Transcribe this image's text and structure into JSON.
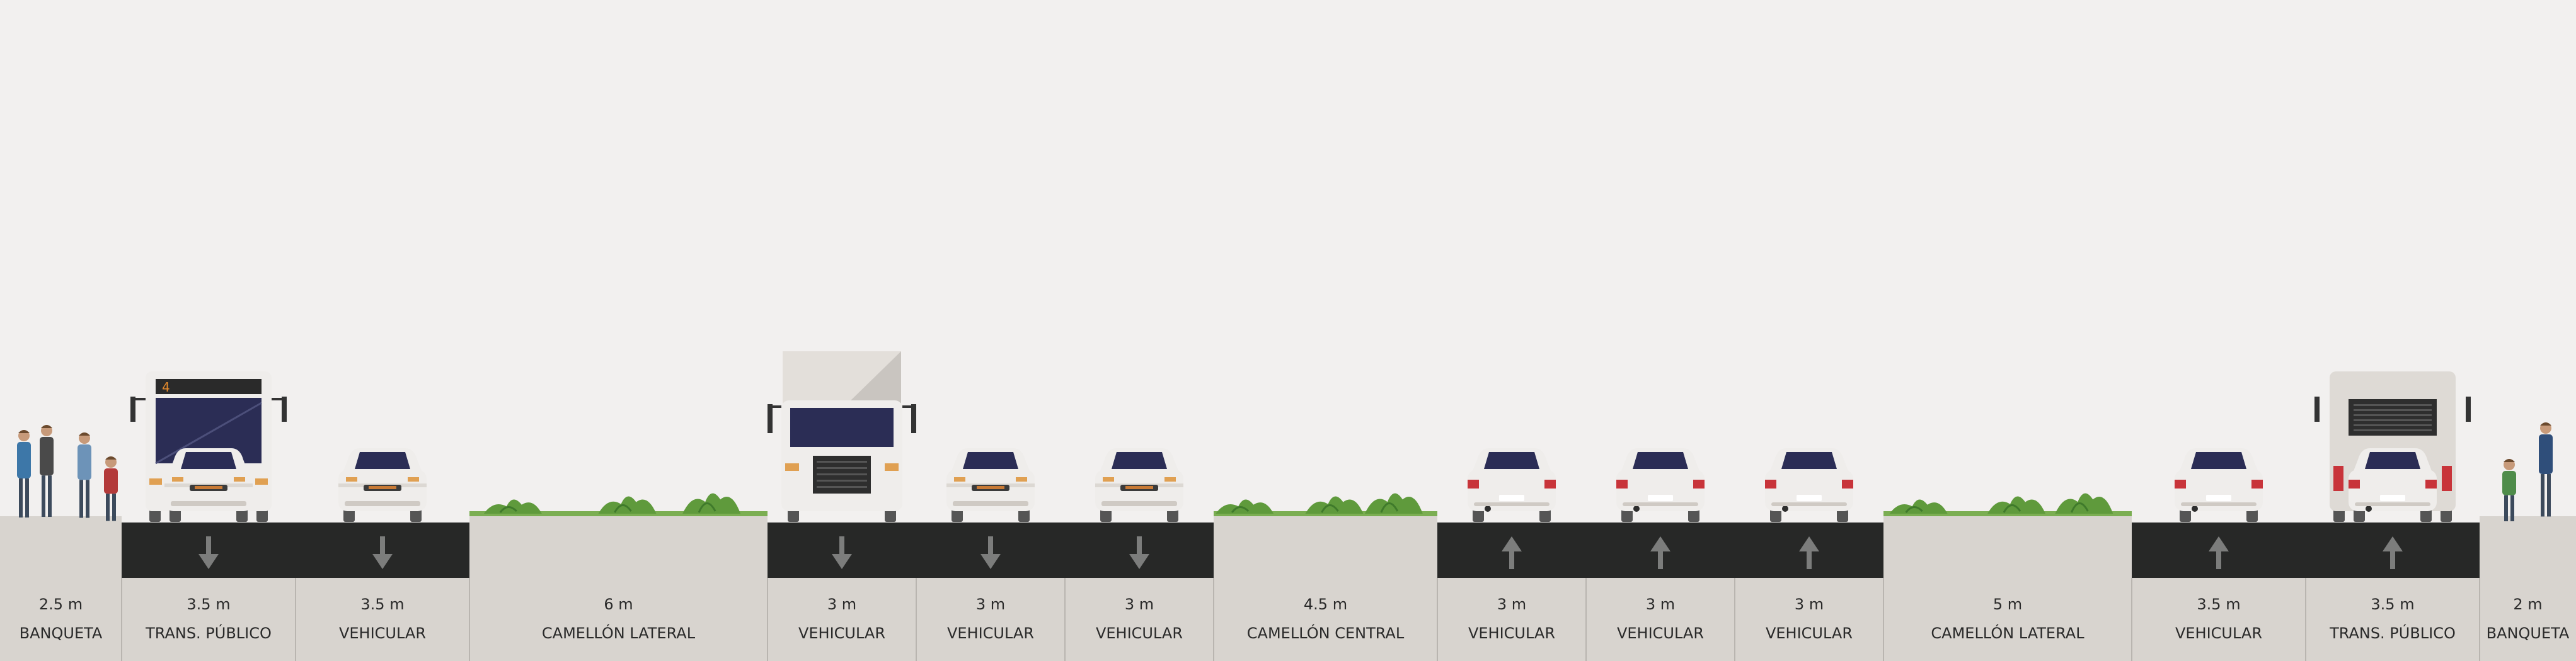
{
  "colors": {
    "sky": "#f2f0ef",
    "sidewalk": "#d8d4cf",
    "asphalt": "#272827",
    "median": "#d8d4cf",
    "lane_arrow": "#7c7d7c",
    "label_text": "#2a2a2a",
    "divider": "#b9b5b0",
    "plant": "#5f9a3c",
    "vehicle_body": "#efedeb",
    "windshield": "#2b2d55"
  },
  "segments": [
    {
      "id": "s1",
      "width": "2.5 m",
      "type": "BANQUETA",
      "kind": "sidewalk",
      "direction": "none",
      "object": "pedestrians-left"
    },
    {
      "id": "s2",
      "width": "3.5 m",
      "type": "TRANS. PÚBLICO",
      "kind": "lane",
      "direction": "down",
      "object": "bus-front"
    },
    {
      "id": "s3",
      "width": "3.5 m",
      "type": "VEHICULAR",
      "kind": "lane",
      "direction": "down",
      "object": "car-front"
    },
    {
      "id": "s4",
      "width": "6 m",
      "type": "CAMELLÓN LATERAL",
      "kind": "median",
      "direction": "none",
      "object": "plants"
    },
    {
      "id": "s5",
      "width": "3 m",
      "type": "VEHICULAR",
      "kind": "lane",
      "direction": "down",
      "object": "truck-front"
    },
    {
      "id": "s6",
      "width": "3 m",
      "type": "VEHICULAR",
      "kind": "lane",
      "direction": "down",
      "object": "car-front"
    },
    {
      "id": "s7",
      "width": "3 m",
      "type": "VEHICULAR",
      "kind": "lane",
      "direction": "down",
      "object": "car-front"
    },
    {
      "id": "s8",
      "width": "4.5 m",
      "type": "CAMELLÓN CENTRAL",
      "kind": "median",
      "direction": "none",
      "object": "plants"
    },
    {
      "id": "s9",
      "width": "3 m",
      "type": "VEHICULAR",
      "kind": "lane",
      "direction": "up",
      "object": "car-back"
    },
    {
      "id": "s10",
      "width": "3 m",
      "type": "VEHICULAR",
      "kind": "lane",
      "direction": "up",
      "object": "car-back"
    },
    {
      "id": "s11",
      "width": "3 m",
      "type": "VEHICULAR",
      "kind": "lane",
      "direction": "up",
      "object": "car-back"
    },
    {
      "id": "s12",
      "width": "5 m",
      "type": "CAMELLÓN LATERAL",
      "kind": "median",
      "direction": "none",
      "object": "plants"
    },
    {
      "id": "s13",
      "width": "3.5 m",
      "type": "VEHICULAR",
      "kind": "lane",
      "direction": "up",
      "object": "car-back"
    },
    {
      "id": "s14",
      "width": "3.5 m",
      "type": "TRANS. PÚBLICO",
      "kind": "lane",
      "direction": "up",
      "object": "bus-back"
    },
    {
      "id": "s15",
      "width": "2 m",
      "type": "BANQUETA",
      "kind": "sidewalk",
      "direction": "none",
      "object": "pedestrians-right"
    }
  ],
  "bus_route_sign": "4"
}
